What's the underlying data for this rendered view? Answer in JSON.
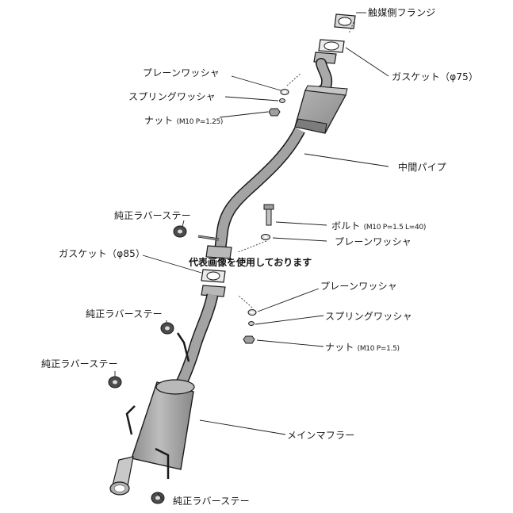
{
  "labels": {
    "catalyst_flange": "触媒側フランジ",
    "gasket_75": "ガスケット（φ75）",
    "plain_washer_1": "プレーンワッシャ",
    "spring_washer_1": "スプリングワッシャ",
    "nut_1": "ナット",
    "nut_1_spec": "(M10 P=1.25)",
    "center_pipe": "中間パイプ",
    "rubber_stay_1": "純正ラバーステー",
    "bolt": "ボルト",
    "bolt_spec": "(M10 P=1.5 L=40)",
    "plain_washer_2": "プレーンワッシャ",
    "gasket_85": "ガスケット（φ85）",
    "plain_washer_3": "プレーンワッシャ",
    "spring_washer_2": "スプリングワッシャ",
    "nut_2": "ナット",
    "nut_2_spec": "(M10 P=1.5)",
    "rubber_stay_2": "純正ラバーステー",
    "rubber_stay_3": "純正ラバーステー",
    "main_muffler": "メインマフラー",
    "rubber_stay_4": "純正ラバーステー"
  },
  "stamp": "代表画像を使用しております",
  "colors": {
    "pipe_fill": "#9a9a9a",
    "pipe_dark": "#6e6e6e",
    "outline": "#1a1a1a"
  }
}
